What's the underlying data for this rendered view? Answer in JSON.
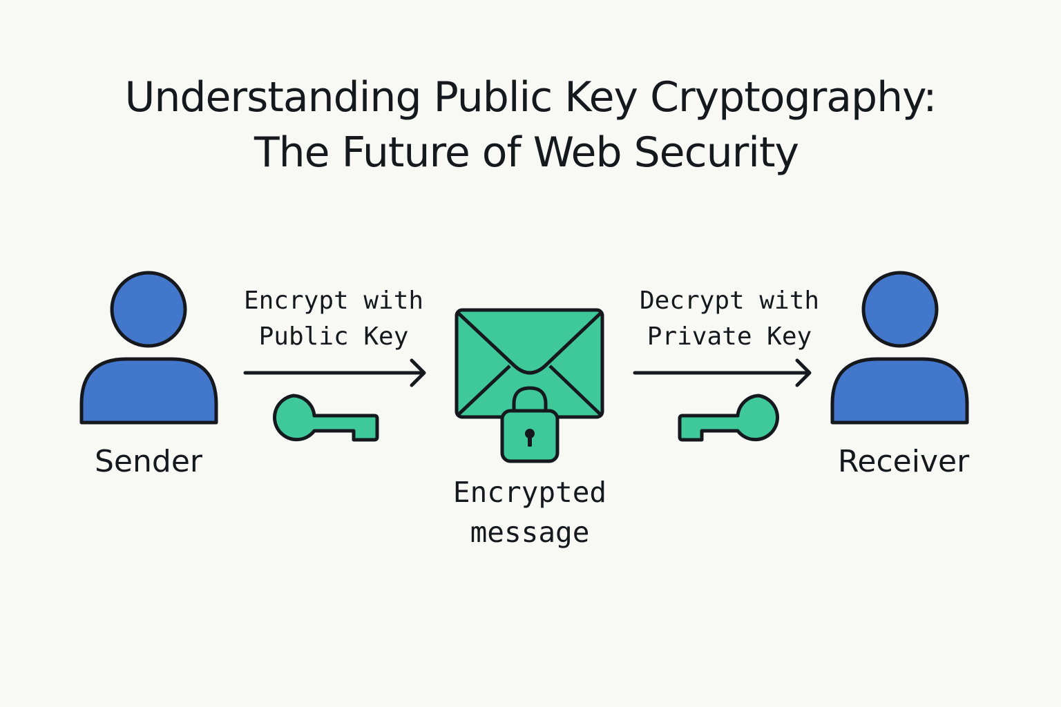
{
  "title": {
    "line1": "Understanding Public Key Cryptography:",
    "line2": "The Future of Web Security"
  },
  "sender": {
    "label": "Sender",
    "icon": "person-icon"
  },
  "receiver": {
    "label": "Receiver",
    "icon": "person-icon"
  },
  "encrypt_step": {
    "line1": "Encrypt with",
    "line2": "Public Key",
    "icon": "key-icon"
  },
  "decrypt_step": {
    "line1": "Decrypt with",
    "line2": "Private Key",
    "icon": "key-icon"
  },
  "message": {
    "line1": "Encrypted",
    "line2": "message",
    "icon": "envelope-lock-icon"
  },
  "colors": {
    "background": "#f8f8f5",
    "person_blue": "#4377cc",
    "key_green": "#3fc89a",
    "outline": "#15191d"
  }
}
